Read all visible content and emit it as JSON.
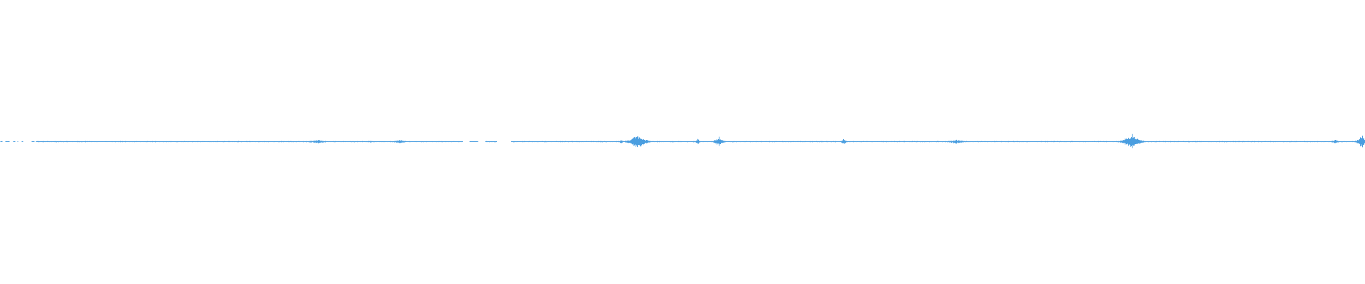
{
  "waveform": {
    "color": "#4a9ee0",
    "background": "#ffffff",
    "sample_count": 1920,
    "amplitude_scale": 1.0,
    "bursts": [
      {
        "at": 0.2325,
        "amp": 0.18,
        "width": 0.01
      },
      {
        "at": 0.271,
        "amp": 0.1,
        "width": 0.003
      },
      {
        "at": 0.2925,
        "amp": 0.25,
        "width": 0.006
      },
      {
        "at": 0.455,
        "amp": 0.2,
        "width": 0.002
      },
      {
        "at": 0.467,
        "amp": 0.9,
        "width": 0.012
      },
      {
        "at": 0.511,
        "amp": 0.55,
        "width": 0.002
      },
      {
        "at": 0.5265,
        "amp": 0.6,
        "width": 0.006
      },
      {
        "at": 0.618,
        "amp": 0.3,
        "width": 0.004
      },
      {
        "at": 0.7,
        "amp": 0.2,
        "width": 0.01
      },
      {
        "at": 0.829,
        "amp": 0.95,
        "width": 0.012
      },
      {
        "at": 0.978,
        "amp": 0.22,
        "width": 0.004
      },
      {
        "at": 0.9975,
        "amp": 1.0,
        "width": 0.006
      }
    ],
    "gaps": [
      {
        "from": 0.0,
        "to": 0.027,
        "type": "dotted"
      },
      {
        "from": 0.339,
        "to": 0.356,
        "type": "dotted"
      },
      {
        "from": 0.364,
        "to": 0.374,
        "type": "empty"
      }
    ]
  }
}
